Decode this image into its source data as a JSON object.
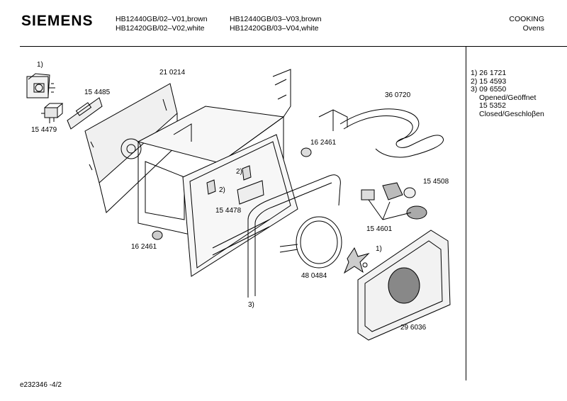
{
  "header": {
    "brand": "SIEMENS",
    "models_col1": [
      "HB12440GB/02–V01,brown",
      "HB12420GB/02–V02,white"
    ],
    "models_col2": [
      "HB12440GB/03–V03,brown",
      "HB12420GB/03–V04,white"
    ],
    "category": "COOKING",
    "subcategory": "Ovens"
  },
  "legend": [
    "1) 26 1721",
    "2) 15 4593",
    "3) 09 6550",
    "   Opened/Geöffnet",
    "   15 5352",
    "   Closed/Geschloβen"
  ],
  "part_labels": {
    "p_1_top": "1)",
    "p_154485": "15 4485",
    "p_154479": "15 4479",
    "p_210214": "21 0214",
    "p_360720": "36 0720",
    "p_162461_a": "16 2461",
    "p_2_a": "2)",
    "p_2_b": "2)",
    "p_154478": "15 4478",
    "p_162461_b": "16 2461",
    "p_154508": "15 4508",
    "p_154601": "15 4601",
    "p_1_fan": "1)",
    "p_480484": "48 0484",
    "p_3": "3)",
    "p_296036": "29 6036"
  },
  "footer": {
    "doc_id": "e232346  -4/2"
  }
}
